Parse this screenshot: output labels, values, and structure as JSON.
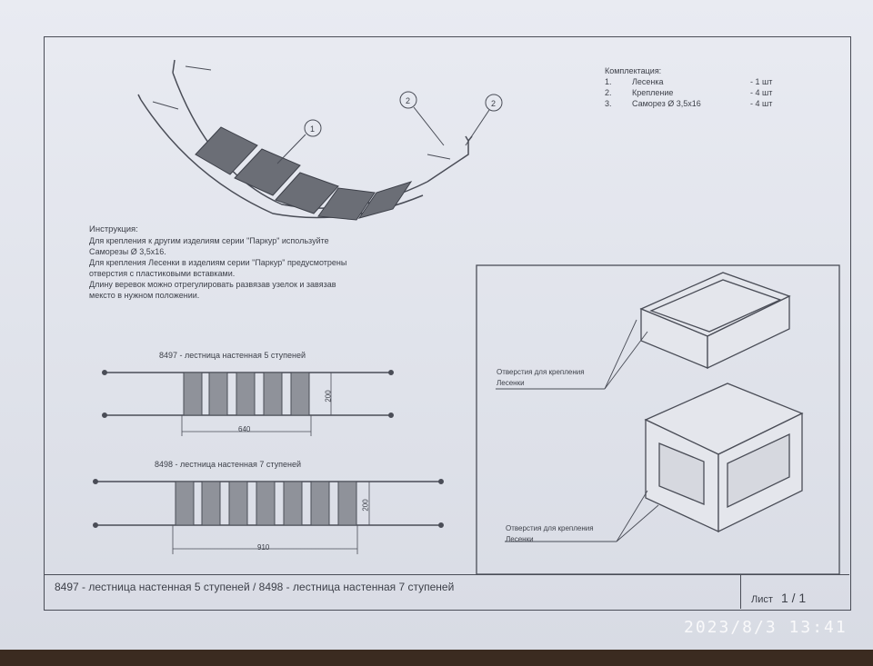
{
  "parts_list": {
    "header": "Комплектация:",
    "rows": [
      {
        "num": "1.",
        "name": "Лесенка",
        "qty": "- 1 шт"
      },
      {
        "num": "2.",
        "name": "Крепление",
        "qty": "- 4 шт"
      },
      {
        "num": "3.",
        "name": "Саморез Ø 3,5x16",
        "qty": "- 4 шт"
      }
    ]
  },
  "callouts": [
    "1",
    "2"
  ],
  "instructions": {
    "header": "Инструкция:",
    "lines": [
      "Для крепления к другим изделиям серии \"Паркур\" используйте",
      "Саморезы Ø 3,5x16.",
      "Для крепления Лесенки в изделиям серии \"Паркур\" предусмотрены",
      "отверстия с пластиковыми вставками.",
      "Длину веревок можно отрегулировать развязав узелок и завязав",
      "мексто в нужном положении."
    ]
  },
  "ladders": [
    {
      "label": "8497 - лестница настенная 5 ступеней",
      "width": "640",
      "height": "200",
      "steps": 5
    },
    {
      "label": "8498 - лестница настенная 7 ступеней",
      "width": "910",
      "height": "200",
      "steps": 7
    }
  ],
  "box_labels": [
    {
      "line1": "Отверстия для крепления",
      "line2": "Лесенки"
    },
    {
      "line1": "Отверстия для крепления",
      "line2": "Лесенки"
    }
  ],
  "title_block": {
    "title": "8497 - лестница настенная 5 ступеней / 8498 - лестница настенная 7 ступеней",
    "sheet_label": "Лист",
    "sheet_number": "1 / 1"
  },
  "timestamp": "2023/8/3 13:41"
}
